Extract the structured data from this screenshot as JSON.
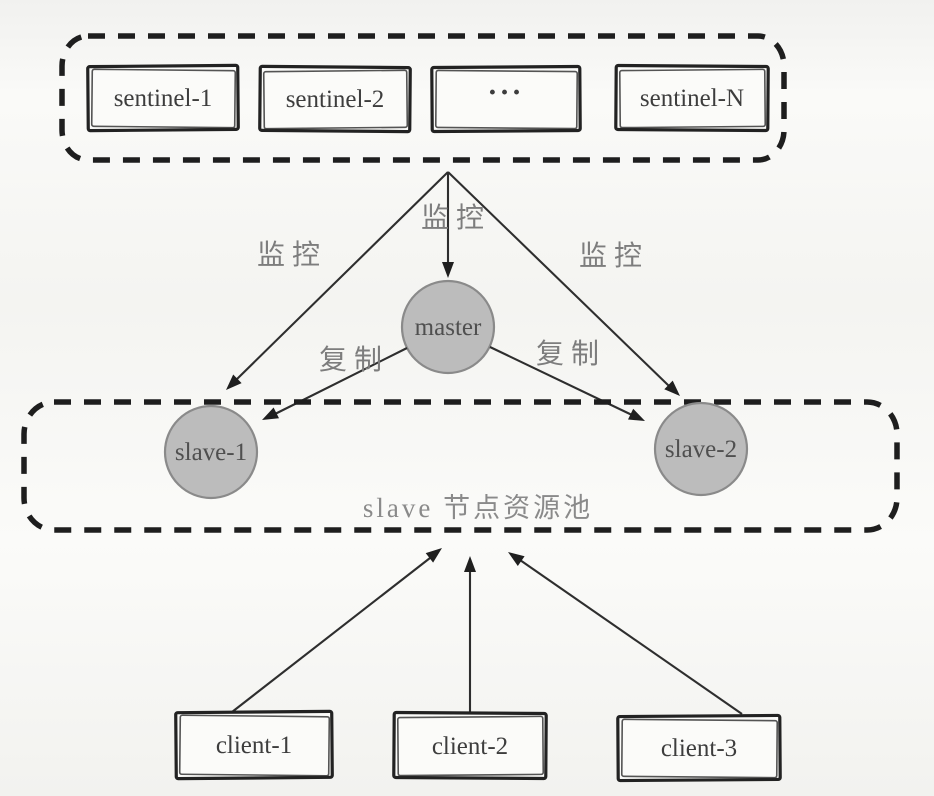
{
  "sentinel_pool": {
    "nodes": [
      {
        "label": "sentinel-1"
      },
      {
        "label": "sentinel-2"
      },
      {
        "label": "···"
      },
      {
        "label": "sentinel-N"
      }
    ]
  },
  "master_node": {
    "label": "master"
  },
  "slave_pool": {
    "caption": "slave 节点资源池",
    "nodes": [
      {
        "label": "slave-1"
      },
      {
        "label": "slave-2"
      }
    ]
  },
  "client_nodes": [
    {
      "label": "client-1"
    },
    {
      "label": "client-2"
    },
    {
      "label": "client-3"
    }
  ],
  "edge_labels": {
    "monitor_slave1": "监控",
    "monitor_master": "监控",
    "monitor_slave2": "监控",
    "replicate_slave1": "复制",
    "replicate_slave2": "复制"
  },
  "colors": {
    "background": "#f5f5f2",
    "node_circle_fill": "#bcbcbc",
    "node_circle_stroke": "#8a8a8a",
    "box_fill": "#fbfbf9",
    "line_color": "#2e2e2e",
    "cjk_label_color": "#7d7d7d",
    "dash_color": "#1e1e1e"
  }
}
